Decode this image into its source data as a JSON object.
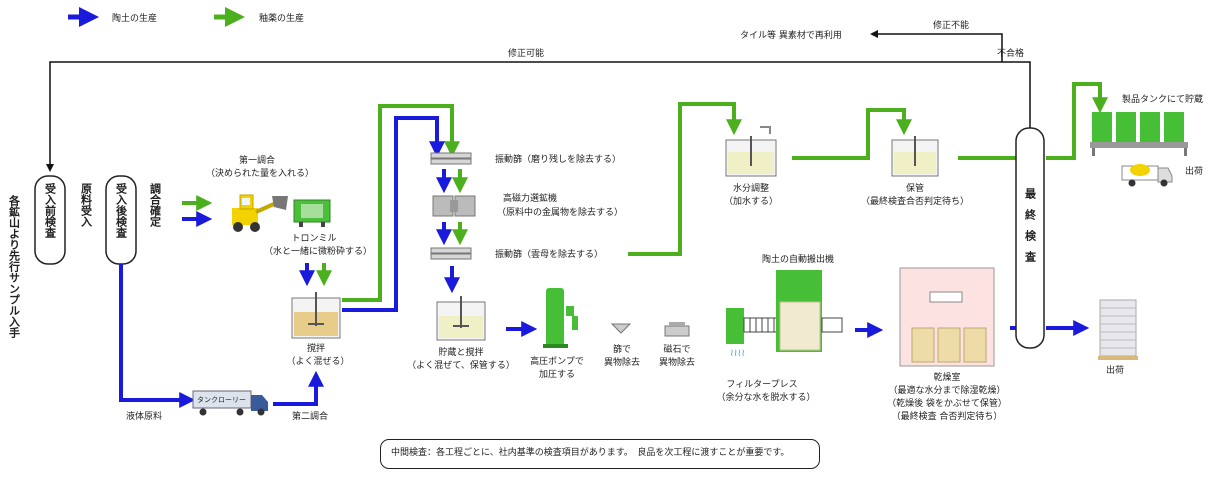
{
  "legend": {
    "clay": "陶土の生産",
    "glaze": "釉薬の生産",
    "clay_color": "#1a1adc",
    "glaze_color": "#4cb01e"
  },
  "left_column": {
    "sample": "各鉱山より先行サンプル入手",
    "pre_inspection": "受入前検査",
    "receive": "原料受入",
    "post_inspection": "受入後検査",
    "blend_confirm": "調合確定"
  },
  "loop": {
    "correctable": "修正可能",
    "not_correctable": "修正不能",
    "reject": "不合格",
    "reuse": "タイル等 異素材で再利用"
  },
  "steps": {
    "first_blend": "第一調合",
    "first_blend_note": "（決められた量を入れる）",
    "trommel": "トロンミル",
    "trommel_note": "（水と一緒に微粉砕する）",
    "stir": "撹拌",
    "stir_note": "（よく混ぜる）",
    "liquid_material": "液体原料",
    "tank_lorry": "タンクローリー",
    "second_blend": "第二調合",
    "sieve1": "振動篩（磨り残しを除去する）",
    "magnet": "高磁力選鉱機",
    "magnet_note": "（原料中の金属物を除去する）",
    "sieve2": "振動篩（雲母を除去する）",
    "storage_stir": "貯蔵と撹拌",
    "storage_stir_note": "（よく混ぜて、保管する）",
    "pump": "高圧ポンプで",
    "pump_note": "加圧する",
    "sieve_remove": "篩で",
    "sieve_remove2": "異物除去",
    "magnet_remove": "磁石で",
    "magnet_remove2": "異物除去",
    "auto_unloader": "陶土の自動搬出機",
    "filter_press": "フィルタープレス",
    "filter_press_note": "（余分な水を脱水する）",
    "water_adjust": "水分調整",
    "water_adjust_note": "（加水する）",
    "keep": "保管",
    "keep_note": "（最終検査合否判定待ち）",
    "dryer": "乾燥室",
    "dryer_note1": "（最適な水分まで除湿乾燥）",
    "dryer_note2": "（乾燥後 袋をかぶせて保管）",
    "dryer_note3": "（最終検査 合否判定待ち）",
    "final_inspection": "最終検査",
    "product_tank": "製品タンクにて貯蔵",
    "ship": "出荷",
    "ship2": "出荷"
  },
  "note": "中間検査：各工程ごとに、社内基準の検査項目があります。　良品を次工程に渡すことが重要です。"
}
